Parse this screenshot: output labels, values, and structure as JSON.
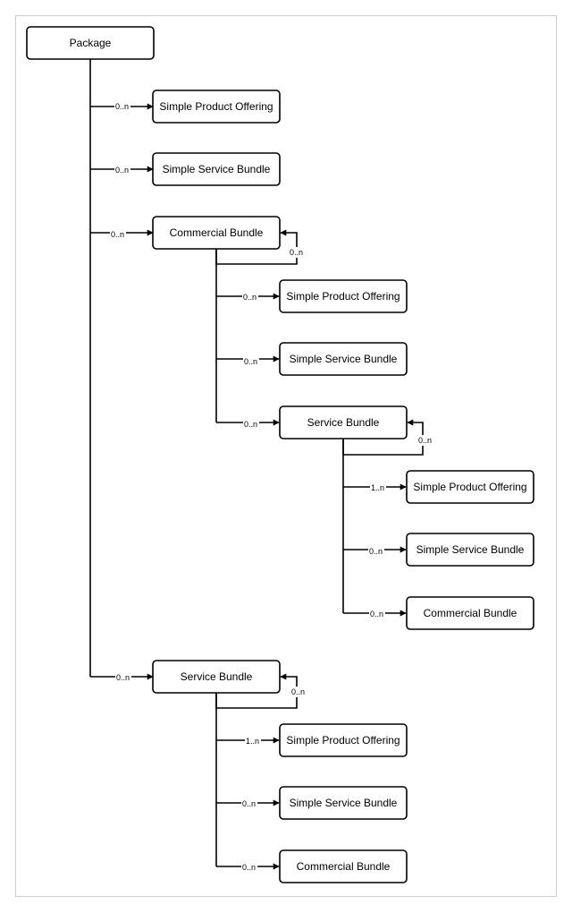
{
  "diagram": {
    "nodes": {
      "package": "Package",
      "p_spo": "Simple Product Offering",
      "p_ssb": "Simple Service Bundle",
      "p_cb": "Commercial Bundle",
      "cb_spo": "Simple Product Offering",
      "cb_ssb": "Simple Service Bundle",
      "cb_sb": "Service Bundle",
      "cbsb_spo": "Simple Product Offering",
      "cbsb_ssb": "Simple Service Bundle",
      "cbsb_cb": "Commercial Bundle",
      "p_sb": "Service Bundle",
      "psb_spo": "Simple Product Offering",
      "psb_ssb": "Simple Service Bundle",
      "psb_cb": "Commercial Bundle"
    },
    "edges": {
      "package_to_p_spo": "0..n",
      "package_to_p_ssb": "0..n",
      "package_to_p_cb": "0..n",
      "p_cb_self": "0..n",
      "p_cb_to_cb_spo": "0..n",
      "p_cb_to_cb_ssb": "0..n",
      "p_cb_to_cb_sb": "0..n",
      "cb_sb_self": "0..n",
      "cb_sb_to_spo": "1..n",
      "cb_sb_to_ssb": "0..n",
      "cb_sb_to_cb": "0..n",
      "package_to_p_sb": "0..n",
      "p_sb_self": "0..n",
      "p_sb_to_spo": "1..n",
      "p_sb_to_ssb": "0..n",
      "p_sb_to_cb": "0..n"
    }
  }
}
